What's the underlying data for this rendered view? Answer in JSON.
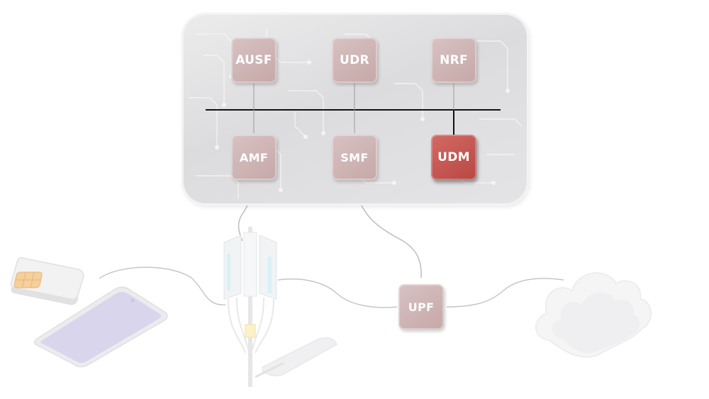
{
  "diagram": {
    "core_functions": [
      {
        "id": "ausf",
        "label": "AUSF",
        "active": false
      },
      {
        "id": "udr",
        "label": "UDR",
        "active": false
      },
      {
        "id": "nrf",
        "label": "NRF",
        "active": false
      },
      {
        "id": "amf",
        "label": "AMF",
        "active": false
      },
      {
        "id": "smf",
        "label": "SMF",
        "active": false
      },
      {
        "id": "udm",
        "label": "UDM",
        "active": true
      }
    ],
    "user_plane": {
      "label": "UPF"
    },
    "icons": [
      "sim-card-icon",
      "smartphone-icon",
      "antenna-tower-icon",
      "cloud-icon"
    ],
    "colors": {
      "nf_default": "#c9abab",
      "nf_active": "#c5534f",
      "bus_line": "#111111",
      "link_line": "#bdbdbd"
    }
  }
}
